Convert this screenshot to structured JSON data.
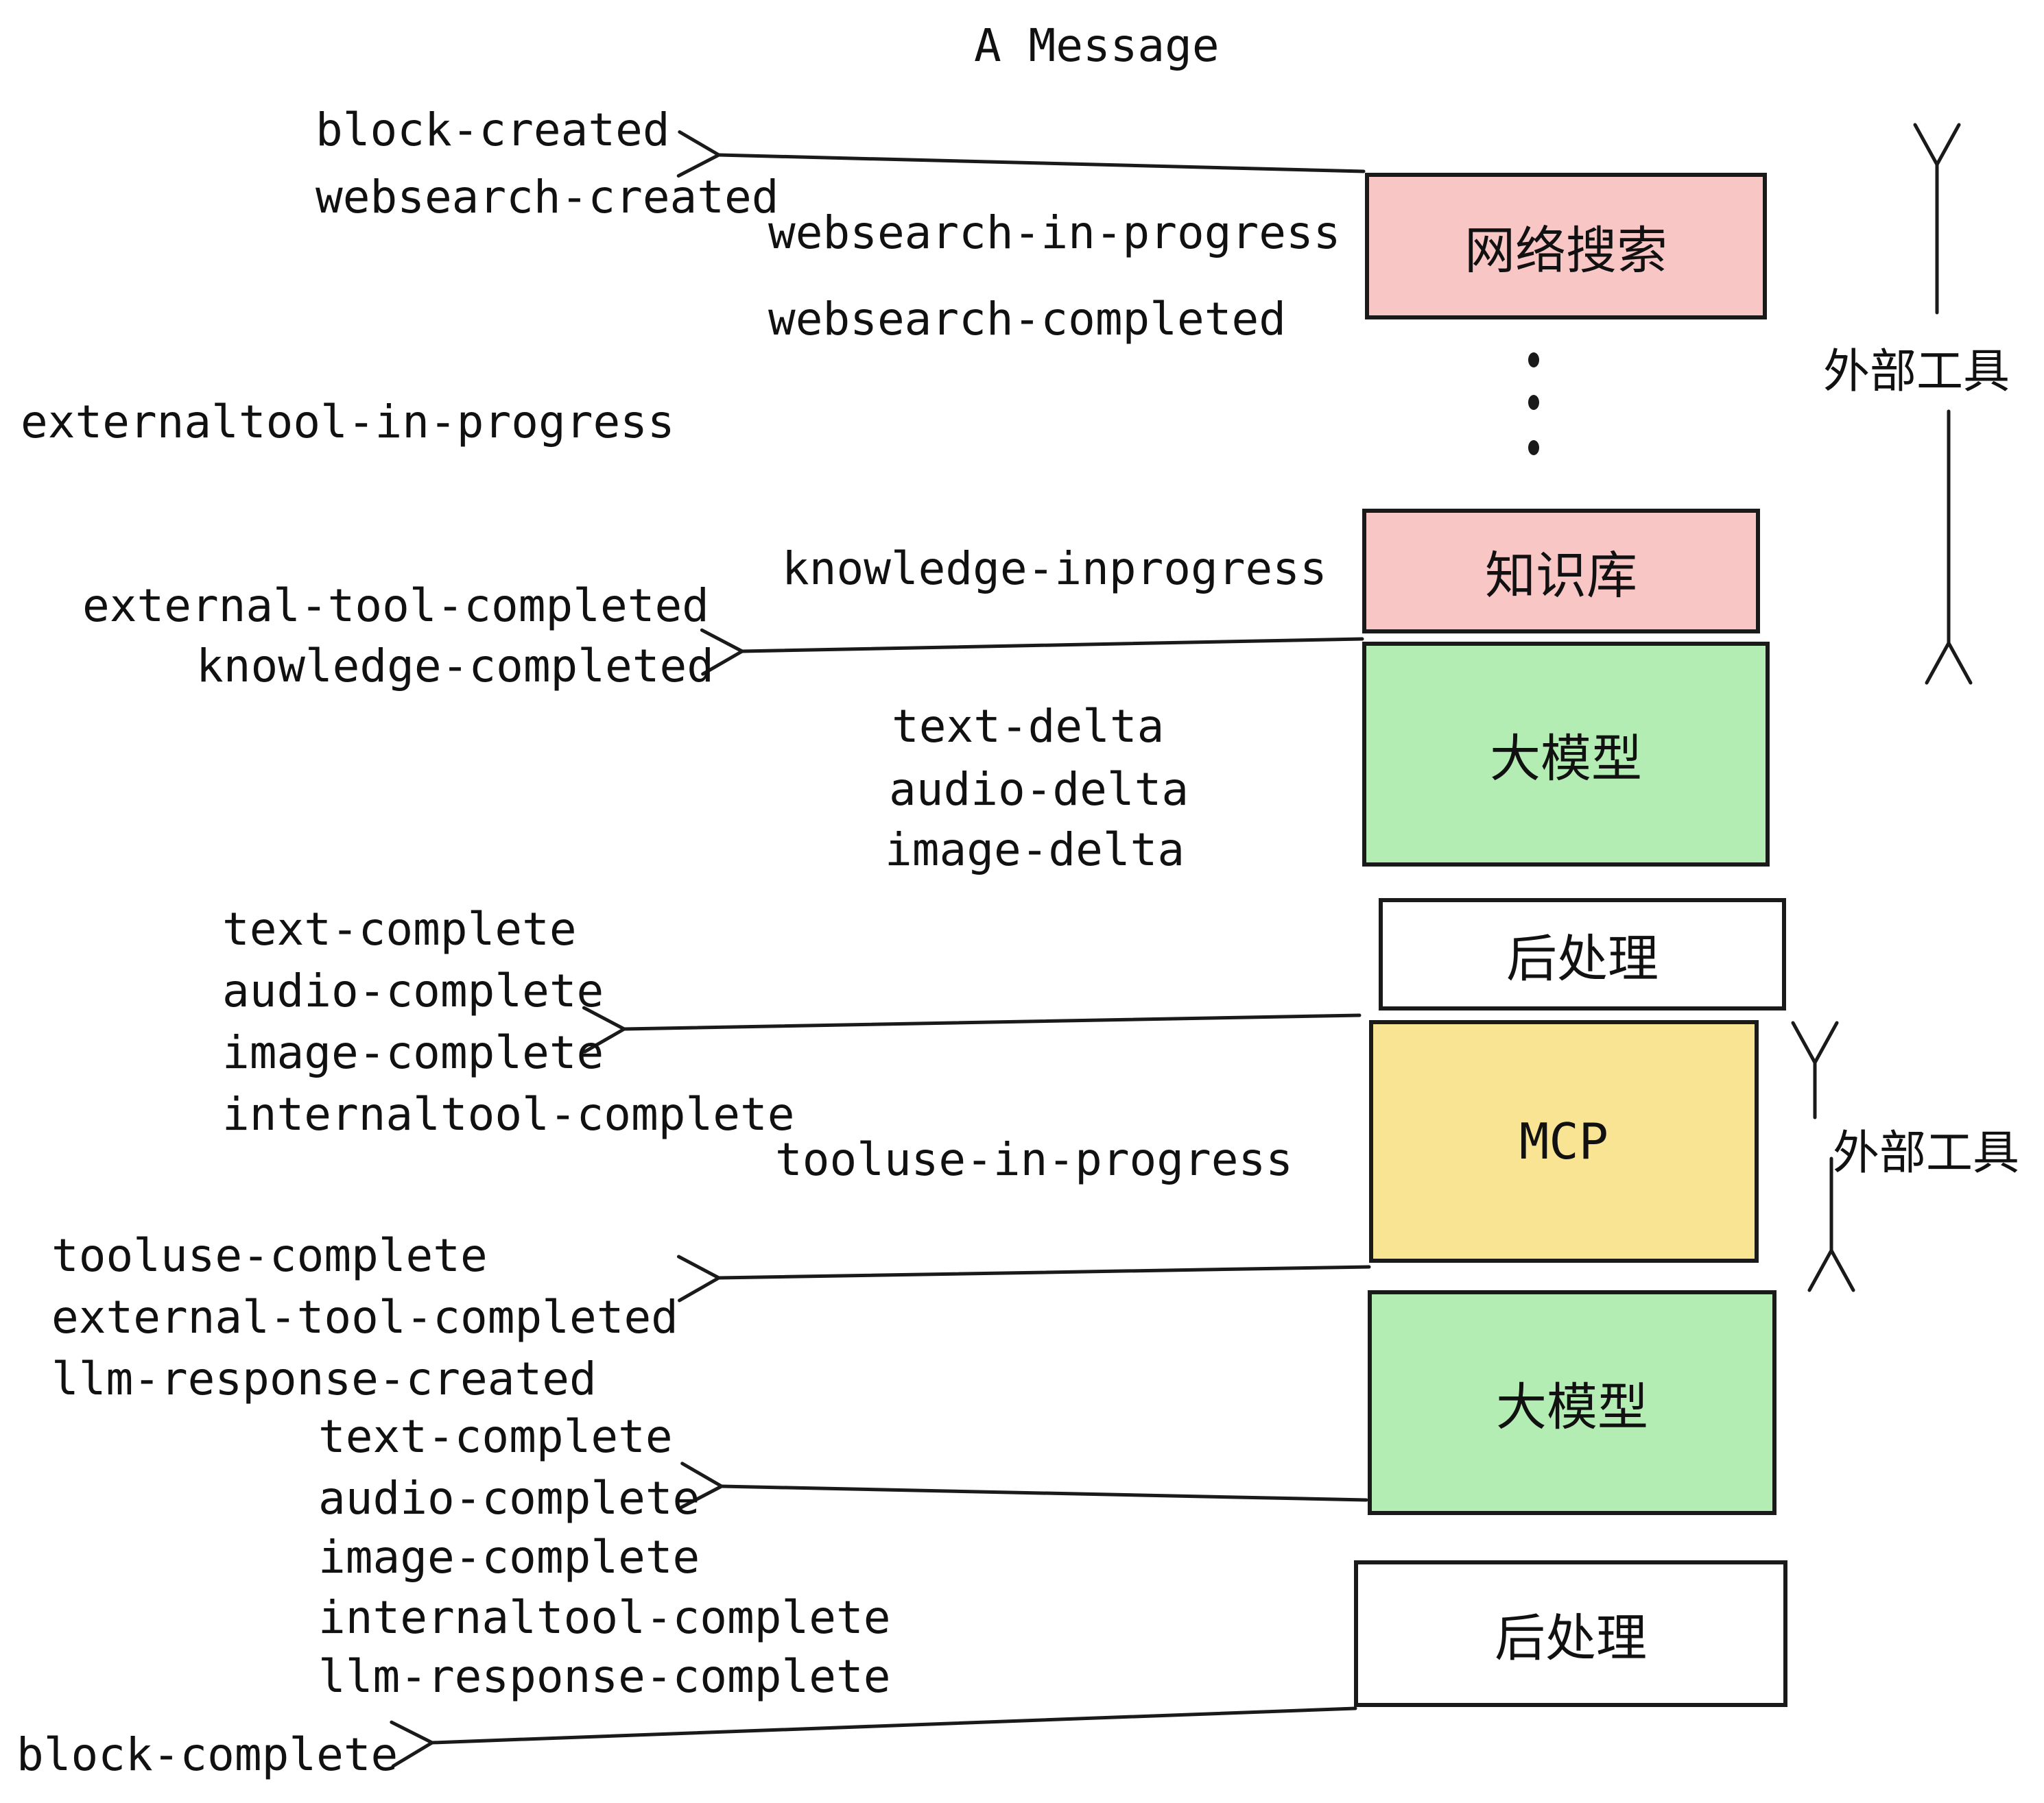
{
  "title": "A Message",
  "colors": {
    "background": "#ffffff",
    "ink": "#1a1a1a",
    "box_pink": "#f9c6c6",
    "box_green": "#b4edb4",
    "box_yellow": "#f8e492",
    "box_white": "#ffffff"
  },
  "boxes": {
    "websearch": "网络搜索",
    "knowledge": "知识库",
    "llm1": "大模型",
    "post1": "后处理",
    "mcp": "MCP",
    "llm2": "大模型",
    "post2": "后处理"
  },
  "annotations": {
    "external_tool_top": "外部工具",
    "external_tool_mid": "外部工具"
  },
  "events": {
    "block_created": "block-created",
    "websearch_created": "websearch-created",
    "websearch_in_progress": "websearch-in-progress",
    "websearch_completed": "websearch-completed",
    "externaltool_in_progress": "externaltool-in-progress",
    "knowledge_inprogress": "knowledge-inprogress",
    "external_tool_completed_1": "external-tool-completed",
    "knowledge_completed": "knowledge-completed",
    "text_delta_1": "text-delta",
    "audio_delta_1": "audio-delta",
    "image_delta_1": "image-delta",
    "text_complete_1": "text-complete",
    "audio_complete_1": "audio-complete",
    "image_complete_1": "image-complete",
    "internaltool_complete_1": "internaltool-complete",
    "tooluse_in_progress": "tooluse-in-progress",
    "tooluse_complete": "tooluse-complete",
    "external_tool_completed_2": "external-tool-completed",
    "llm_response_created": "llm-response-created",
    "text_complete_2": "text-complete",
    "audio_complete_2": "audio-complete",
    "image_complete_2": "image-complete",
    "internaltool_complete_2": "internaltool-complete",
    "llm_response_complete": "llm-response-complete",
    "block_complete": "block-complete"
  }
}
